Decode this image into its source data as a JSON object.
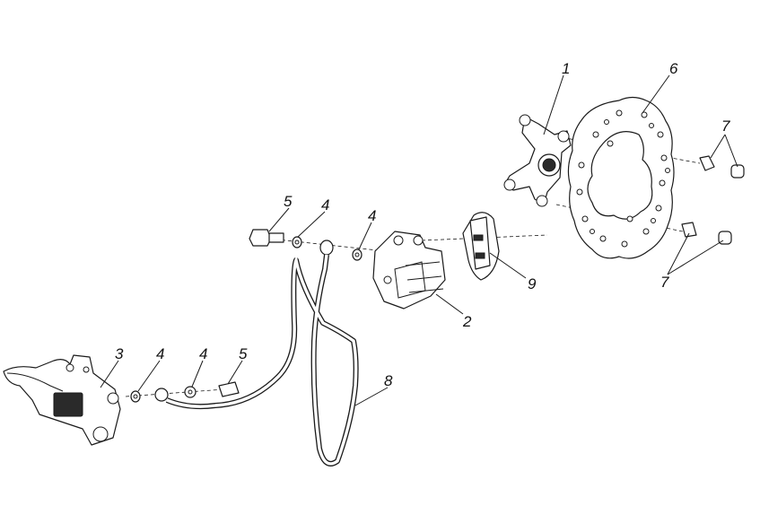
{
  "diagram": {
    "callouts": {
      "hub": "1",
      "caliper": "2",
      "master_cylinder": "3",
      "washer_a": "4",
      "washer_b": "4",
      "washer_c": "4",
      "washer_d": "4",
      "banjo_bolt_top": "5",
      "banjo_bolt_bottom": "5",
      "disc": "6",
      "screws_top": "7",
      "screws_bottom": "7",
      "hose": "8",
      "pads": "9"
    },
    "colors": {
      "line": "#1a1a1a",
      "background": "#ffffff"
    }
  }
}
